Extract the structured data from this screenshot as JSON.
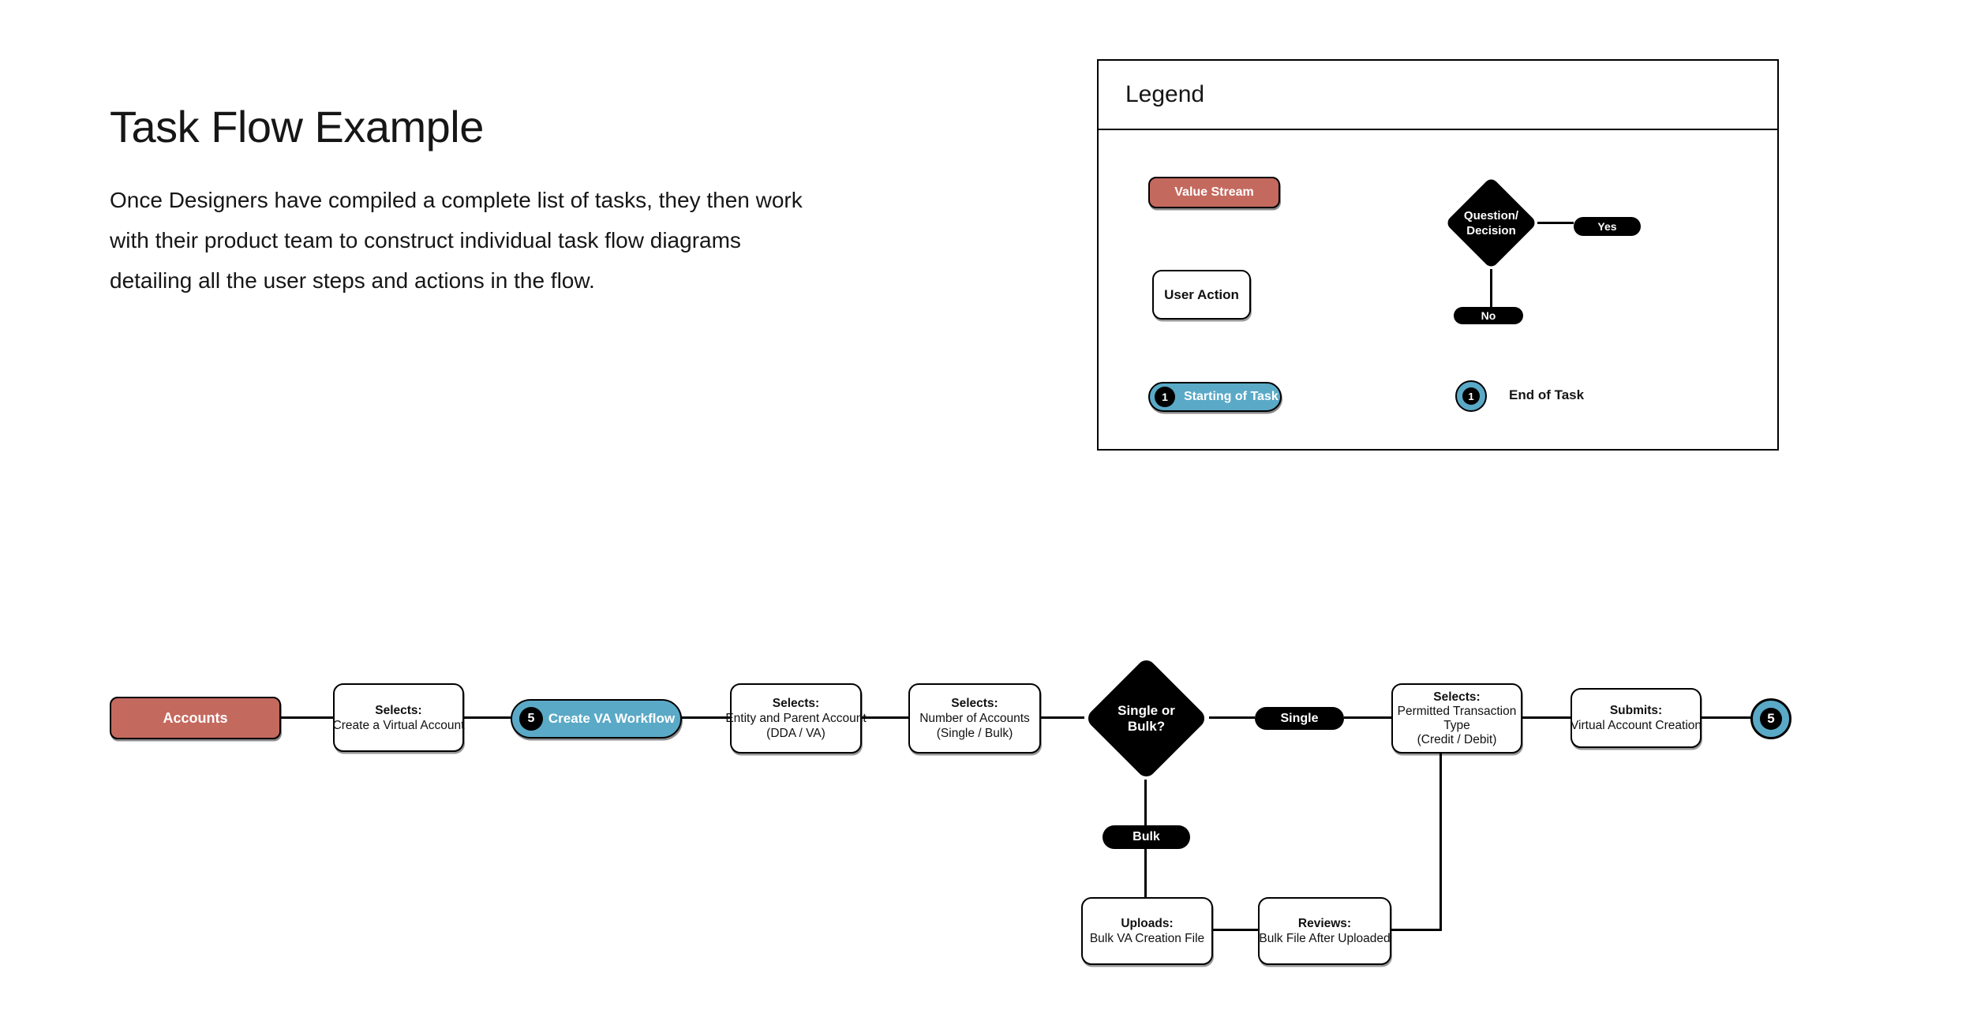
{
  "page": {
    "title": "Task Flow Example",
    "description_lines": [
      "Once Designers have compiled a complete list of tasks, they then work",
      "with their product team to construct individual task flow diagrams",
      "detailing all the user steps and actions in the flow."
    ]
  },
  "colors": {
    "value_stream_red": "#C4695E",
    "task_blue": "#5AA9C7",
    "shape_black": "#000000",
    "background": "#FFFFFF"
  },
  "legend": {
    "title": "Legend",
    "value_stream": {
      "label": "Value Stream"
    },
    "user_action": {
      "label": "User Action"
    },
    "decision": {
      "line1": "Question/",
      "line2": "Decision",
      "yes_label": "Yes",
      "no_label": "No"
    },
    "start": {
      "badge": "1",
      "label": "Starting of Task"
    },
    "end": {
      "badge": "1",
      "label": "End of Task"
    }
  },
  "flow": {
    "accounts": {
      "label": "Accounts"
    },
    "create_va": {
      "heading": "Selects:",
      "body": [
        "Create a Virtual Account"
      ]
    },
    "workflow": {
      "badge": "5",
      "label": "Create VA Workflow"
    },
    "entity": {
      "heading": "Selects:",
      "body": [
        "Entity and Parent Account",
        "(DDA / VA)"
      ]
    },
    "number": {
      "heading": "Selects:",
      "body": [
        "Number of Accounts",
        "(Single / Bulk)"
      ]
    },
    "decision": {
      "label": "Single or Bulk?"
    },
    "single": {
      "label": "Single"
    },
    "permitted": {
      "heading": "Selects:",
      "body": [
        "Permitted Transaction",
        "Type",
        "(Credit / Debit)"
      ]
    },
    "submits": {
      "heading": "Submits:",
      "body": [
        "Virtual Account Creation"
      ]
    },
    "end": {
      "badge": "5"
    },
    "bulk": {
      "label": "Bulk"
    },
    "uploads": {
      "heading": "Uploads:",
      "body": [
        "Bulk VA Creation File"
      ]
    },
    "reviews": {
      "heading": "Reviews:",
      "body": [
        "Bulk File After Uploaded"
      ]
    }
  }
}
